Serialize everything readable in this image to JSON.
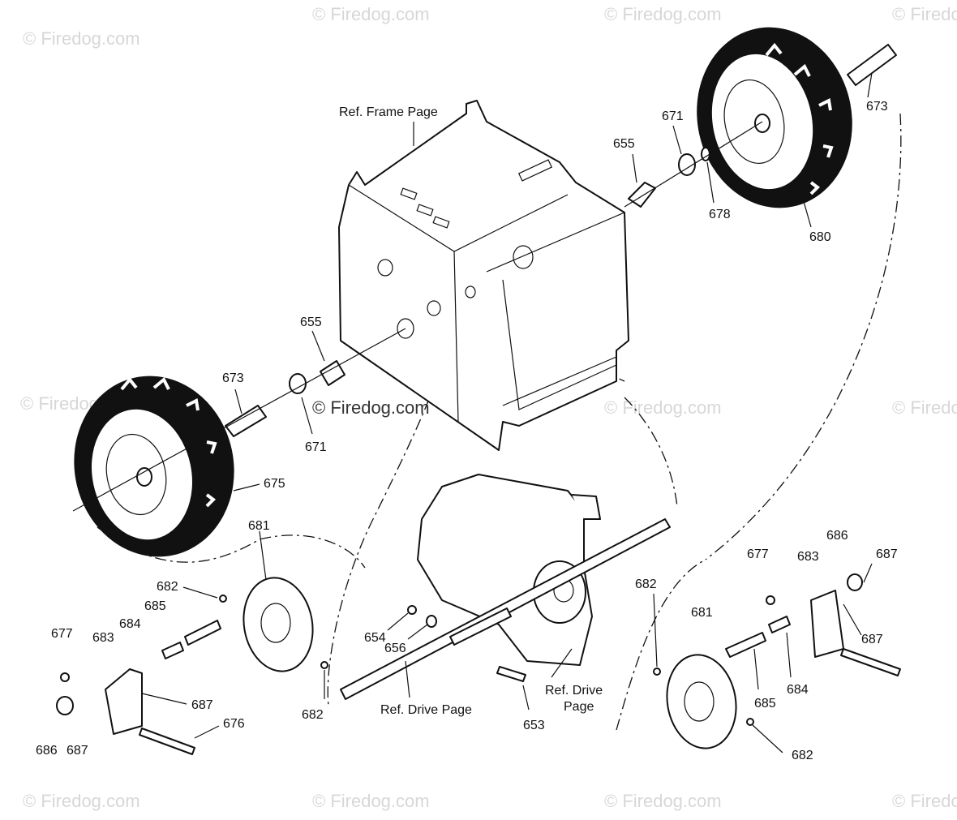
{
  "watermark": {
    "text": "© Firedog.com",
    "center_text": "© Firedog.com"
  },
  "references": {
    "frame": "Ref. Frame Page",
    "drive": "Ref. Drive Page",
    "drive2_line1": "Ref. Drive",
    "drive2_line2": "Page"
  },
  "parts": {
    "p655a": "655",
    "p671a": "671",
    "p673a": "673",
    "p678": "678",
    "p680": "680",
    "p655b": "655",
    "p673b": "673",
    "p671b": "671",
    "p675": "675",
    "p681a": "681",
    "p682a": "682",
    "p685a": "685",
    "p684a": "684",
    "p677a": "677",
    "p683a": "683",
    "p687a": "687",
    "p676": "676",
    "p686a": "686",
    "p687b": "687",
    "p682b": "682",
    "p654": "654",
    "p656": "656",
    "p653": "653",
    "p677b": "677",
    "p683b": "683",
    "p686b": "686",
    "p687c": "687",
    "p682c": "682",
    "p681b": "681",
    "p687d": "687",
    "p684b": "684",
    "p685b": "685",
    "p682d": "682"
  },
  "colors": {
    "line": "#111111",
    "watermark": "#d7d7d7",
    "background": "#ffffff"
  }
}
